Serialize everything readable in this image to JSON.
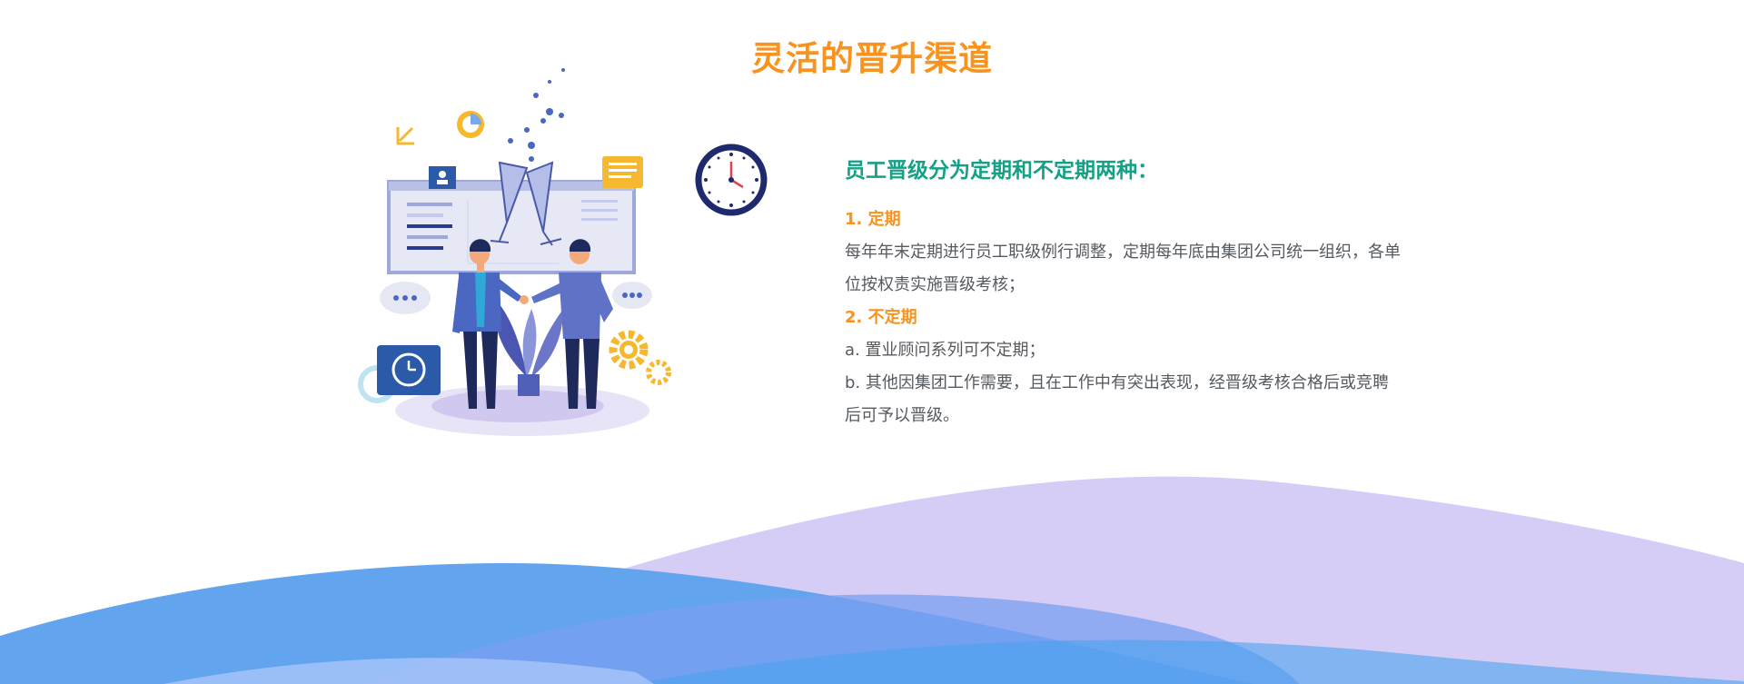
{
  "page": {
    "title": "灵活的晋升渠道"
  },
  "content": {
    "heading": "员工晋级分为定期和不定期两种：",
    "items": [
      {
        "label": "1. 定期",
        "lines": [
          "每年年末定期进行员工职级例行调整，定期每年底由集团公司统一组织，各单位按权责实施晋级考核；"
        ]
      },
      {
        "label": "2. 不定期",
        "lines": [
          "a. 置业顾问系列可不定期；",
          "b. 其他因集团工作需要，且在工作中有突出表现，经晋级考核合格后或竞聘后可予以晋级。"
        ]
      }
    ]
  },
  "colors": {
    "title": "#f7931e",
    "heading": "#16a085",
    "body": "#555a60",
    "wave_purple": "#d3c8f3",
    "wave_blue": "#5b9ff0"
  },
  "icons": [
    "clock-icon",
    "chart-icon",
    "donut-icon",
    "gear-icon",
    "user-card-icon",
    "chat-bubble-icon"
  ]
}
